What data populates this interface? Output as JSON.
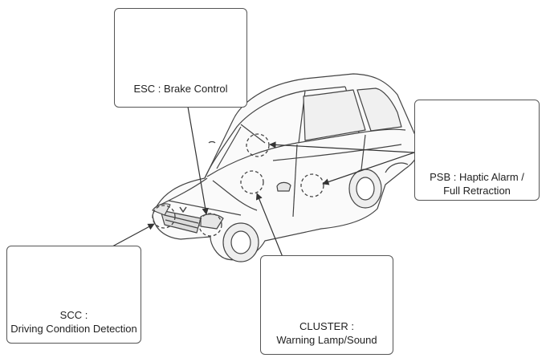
{
  "callouts": {
    "esc": {
      "label": "ESC : Brake Control",
      "icon": "brake-module-icon"
    },
    "psb": {
      "label_line1": "PSB : Haptic Alarm /",
      "label_line2": "Full Retraction",
      "icon": "seatbelt-motor-icon"
    },
    "scc": {
      "label_line1": "SCC :",
      "label_line2": "Driving Condition Detection",
      "icon": "radar-sensor-icon"
    },
    "cluster": {
      "label_line1": "CLUSTER :",
      "label_line2": "Warning Lamp/Sound",
      "icon": "instrument-cluster-icon"
    }
  },
  "car": {
    "icon": "sedan-car-icon"
  },
  "colors": {
    "line": "#444444",
    "fill_light": "#e8e8e8",
    "fill_mid": "#c8c8c8",
    "fill_dark": "#8a8a8a"
  }
}
